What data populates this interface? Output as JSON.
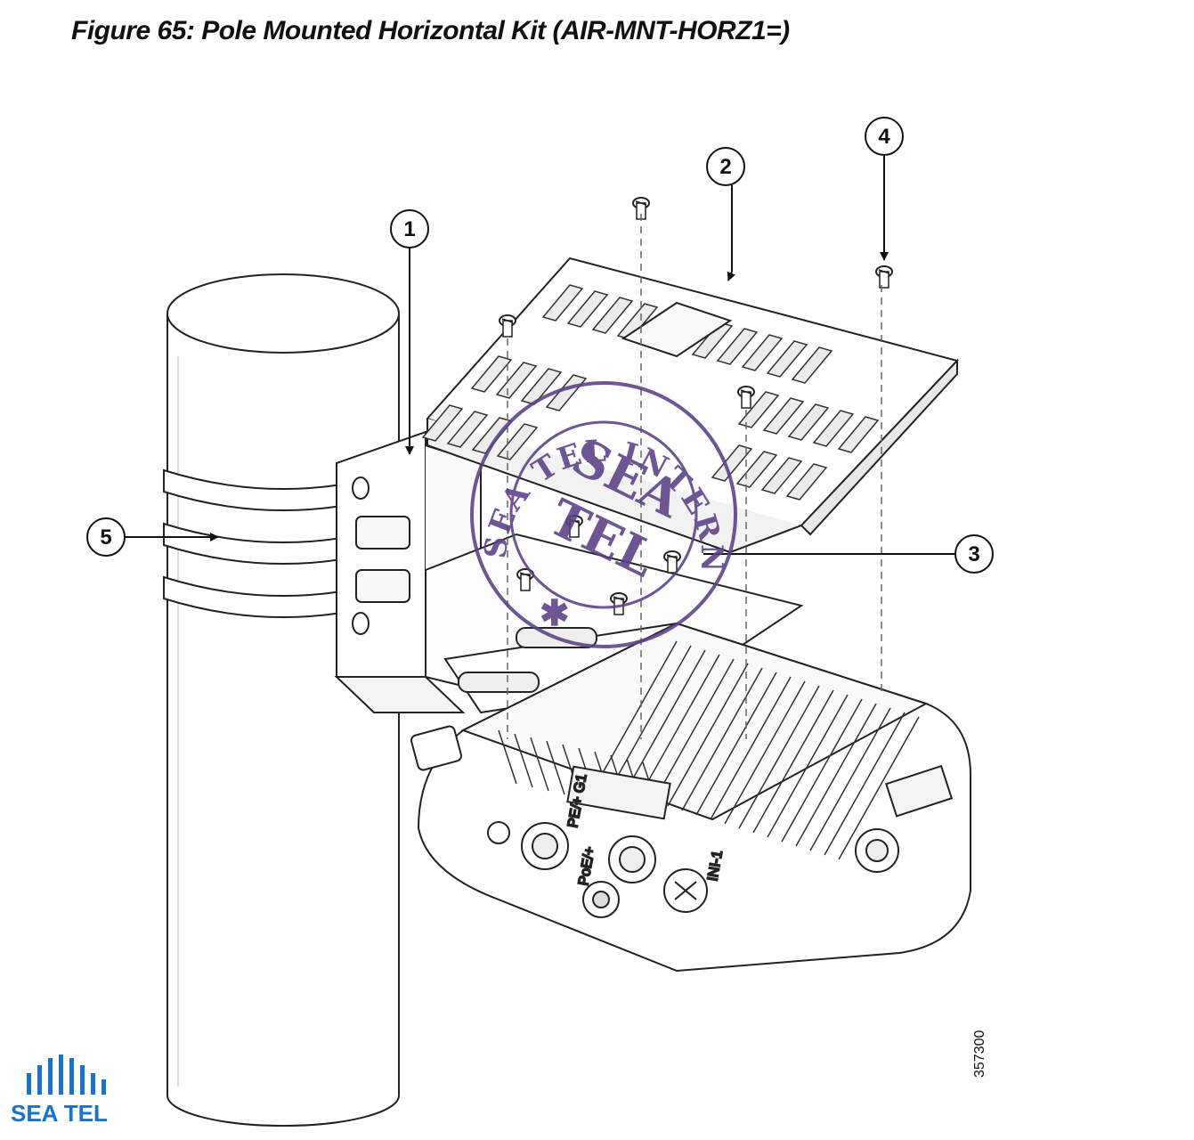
{
  "figure": {
    "title": "Figure 65: Pole Mounted Horizontal Kit (AIR-MNT-HORZ1=)",
    "figure_id": "357300"
  },
  "callouts": [
    {
      "number": "1"
    },
    {
      "number": "2"
    },
    {
      "number": "3"
    },
    {
      "number": "4"
    },
    {
      "number": "5"
    }
  ],
  "device_labels": {
    "label_a": "PE/+ G1",
    "label_b": "PoE/+",
    "label_c": "INI-1"
  },
  "stamp": {
    "ring_text": "SEA TEL INTERNATIONAL",
    "center_line1": "SEA",
    "center_line2": "TEL",
    "color": "#5b3f86"
  },
  "brand": {
    "name": "SEA TEL",
    "color": "#1a73c9"
  }
}
